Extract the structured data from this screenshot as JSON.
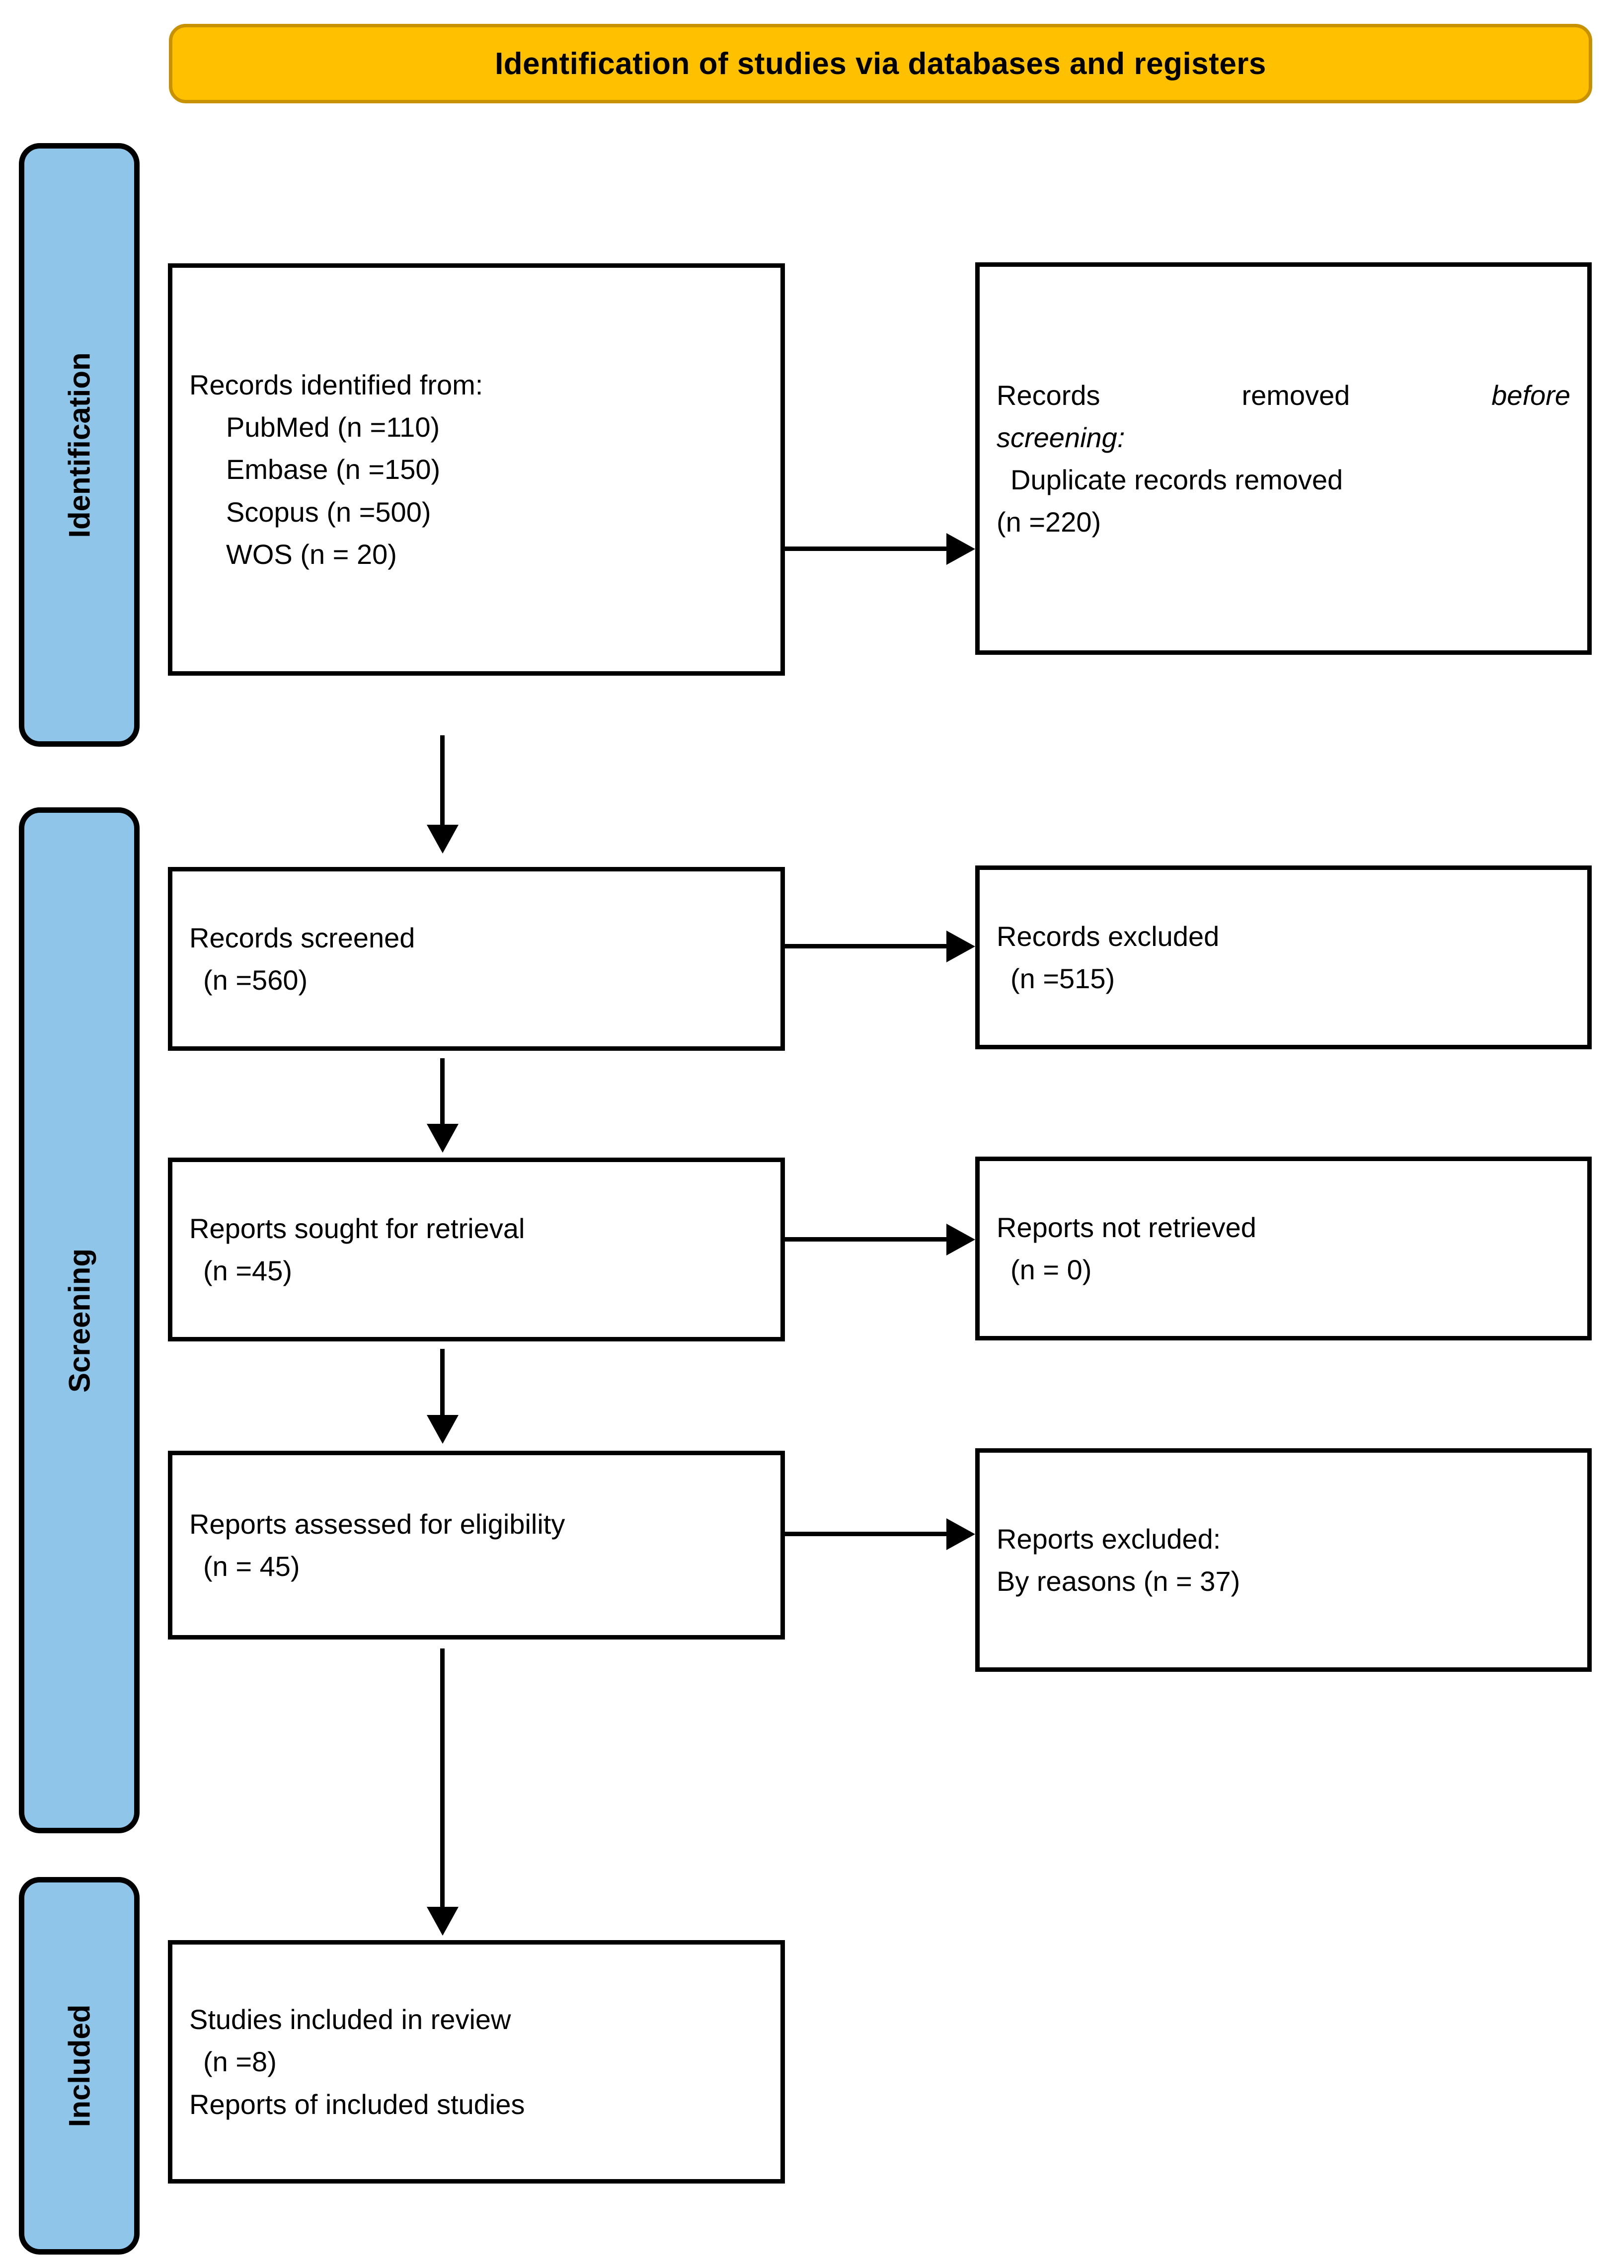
{
  "banner": {
    "title": "Identification of studies via databases and registers"
  },
  "stages": [
    {
      "id": "identification",
      "label": "Identification"
    },
    {
      "id": "screening",
      "label": "Screening"
    },
    {
      "id": "included",
      "label": "Included"
    }
  ],
  "boxes": {
    "records_identified": {
      "heading": "Records identified from:",
      "sources": [
        "PubMed (n =110)",
        "Embase (n =150)",
        "Scopus (n =500)",
        "WOS (n = 20)"
      ]
    },
    "records_removed": {
      "line1_a": "Records",
      "line1_b": "removed",
      "line1_c": "before",
      "line2": "screening:",
      "detail": "Duplicate records removed",
      "count": "(n =220)"
    },
    "records_screened": {
      "heading": "Records screened",
      "count": "(n =560)"
    },
    "records_excluded": {
      "heading": "Records excluded",
      "count": "(n =515)"
    },
    "reports_sought": {
      "heading": "Reports sought for retrieval",
      "count": "(n =45)"
    },
    "reports_not_retrieved": {
      "heading": "Reports not retrieved",
      "count": "(n = 0)"
    },
    "reports_assessed": {
      "heading": "Reports assessed for eligibility",
      "count": "(n = 45)"
    },
    "reports_excluded": {
      "heading": "Reports excluded:",
      "reasons": "By reasons (n = 37)"
    },
    "studies_included": {
      "heading": "Studies included in review",
      "count": "(n =8)",
      "reports": "Reports of included studies"
    }
  },
  "colors": {
    "banner_fill": "#FFC000",
    "banner_border": "#C79100",
    "rail_fill": "#8EC5E8",
    "line": "#000000",
    "box_fill": "#FFFFFF"
  }
}
